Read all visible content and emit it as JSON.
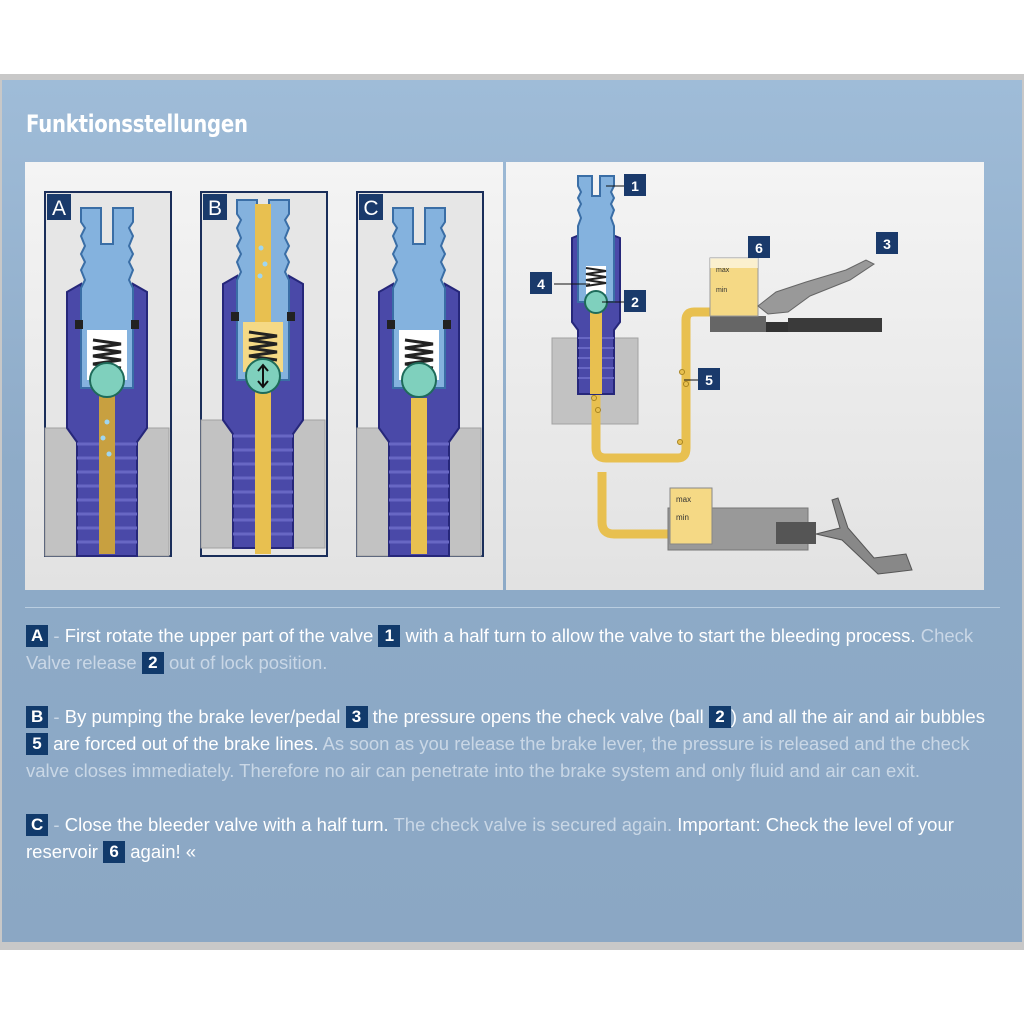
{
  "title": "Funktionsstellungen",
  "diagram": {
    "panels": [
      {
        "letter": "A"
      },
      {
        "letter": "B"
      },
      {
        "letter": "C"
      }
    ],
    "callouts": [
      "1",
      "2",
      "3",
      "4",
      "5",
      "6"
    ],
    "reservoir_top": {
      "max": "max",
      "min": "min"
    },
    "reservoir_bottom": {
      "max": "max",
      "min": "min"
    }
  },
  "descriptions": {
    "A": {
      "badge": "A",
      "t1": " - ",
      "t2": "First rotate the upper part of the valve ",
      "b1": "1",
      "t3": " with a half turn to allow the valve to start the bleeding process.",
      "d1": " Check Valve release ",
      "b2": "2",
      "d2": " out of lock position."
    },
    "B": {
      "badge": "B",
      "t1": " - ",
      "t2": "By pumping the brake lever/pedal ",
      "b1": "3",
      "t3": " the pressure opens the check valve (ball ",
      "b2": "2",
      "t4": ") and all the air and air bubbles ",
      "b3": "5",
      "t5": " are forced out of the brake lines.",
      "d1": " As soon as you release the brake lever, the pressure is released and the check valve closes immediately. Therefore no air can penetrate into the brake system and only fluid and air can exit."
    },
    "C": {
      "badge": "C",
      "t1": " - ",
      "t2": "Close the bleeder valve with a half turn.",
      "d1": " The check valve is secured again.",
      "t3": " Important: Check the level of your reservoir ",
      "b1": "6",
      "t4": " again! «"
    }
  }
}
